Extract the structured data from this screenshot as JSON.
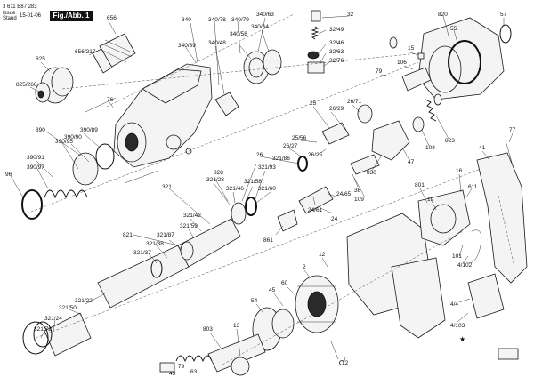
{
  "header": {
    "part_number": "3 611 B87 283",
    "issue_label": "Issue",
    "stand_label": "Stand",
    "date": "15-01-06",
    "figure_label": "Fig./Abb. 1"
  },
  "callouts": {
    "c340": "340",
    "c340_78": "340/78",
    "c340_79": "340/79",
    "c340_63": "340/63",
    "c340_39": "340/39",
    "c340_48": "340/48",
    "c340_58": "340/58",
    "c340_64": "340/64",
    "c32": "32",
    "c32_49": "32/49",
    "c32_46": "32/46",
    "c32_63": "32/63",
    "c32_76": "32/76",
    "c820": "820",
    "c55": "55",
    "c57": "57",
    "c656": "656",
    "c656_217": "656/217",
    "c825": "825",
    "c825_260": "825/260",
    "c76": "76",
    "c79": "79",
    "c106": "106",
    "c15": "15",
    "c890": "890",
    "c390_89": "390/89",
    "c390_95": "390/95",
    "c390_90": "390/90",
    "c390_91": "390/91",
    "c390_97": "390/97",
    "c96": "96",
    "c25": "25",
    "c26_29": "26/29",
    "c26_71": "26/71",
    "c25_56": "25/56",
    "c26_27": "26/27",
    "c26_25": "26/25",
    "c26": "26",
    "c823": "823",
    "c108": "108",
    "c47": "47",
    "c830": "830",
    "c41": "41",
    "c77": "77",
    "c321_86": "321/86",
    "c321_93": "321/93",
    "c321_60": "321/60",
    "c321_58": "321/58",
    "c321_46": "321/46",
    "c321_28": "321/28",
    "c828": "828",
    "c321": "321",
    "c321_42": "321/42",
    "c321_59": "321/59",
    "c821": "821",
    "c321_87": "321/87",
    "c321_38": "321/38",
    "c321_37": "321/37",
    "c321_22": "321/22",
    "c321_50": "321/50",
    "c321_24": "321/24",
    "c321_72": "321/72",
    "c36": "36",
    "c109": "109",
    "c24_61": "24/61",
    "c24_65": "24/65",
    "c24": "24",
    "c861": "861",
    "c801": "801",
    "c16": "16",
    "c611": "611",
    "c19": "19",
    "c101": "101",
    "c4_102": "4/102",
    "c4_4": "4/4",
    "c4_103": "4/103",
    "c60": "60",
    "c12a": "12",
    "c12b": "12",
    "c2": "2",
    "c45": "45",
    "c54": "54",
    "c803": "803",
    "c13": "13",
    "c49": "49",
    "c79b": "79",
    "c803_x": "63"
  }
}
